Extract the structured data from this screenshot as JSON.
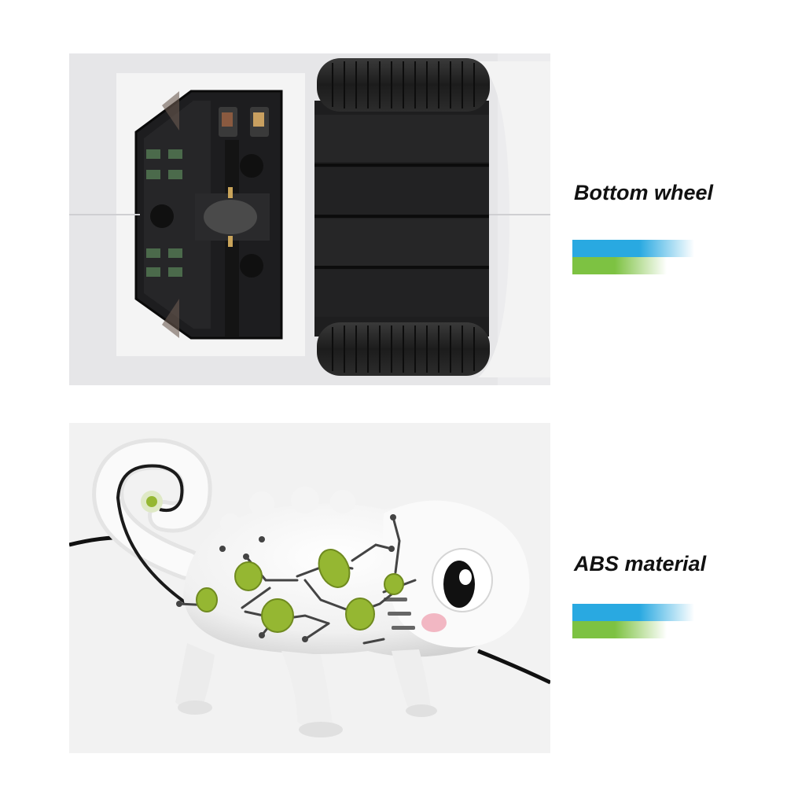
{
  "captions": [
    {
      "text": "Bottom wheel"
    },
    {
      "text": "ABS material"
    }
  ],
  "images": [
    {
      "subject": "underside of toy showing circuit board and bottom wheel"
    },
    {
      "subject": "white chameleon toy with green circuit pattern"
    }
  ],
  "colors": {
    "streak_blue": "#29a9e1",
    "streak_green": "#7dc242",
    "circuit_green": "#95b732"
  }
}
